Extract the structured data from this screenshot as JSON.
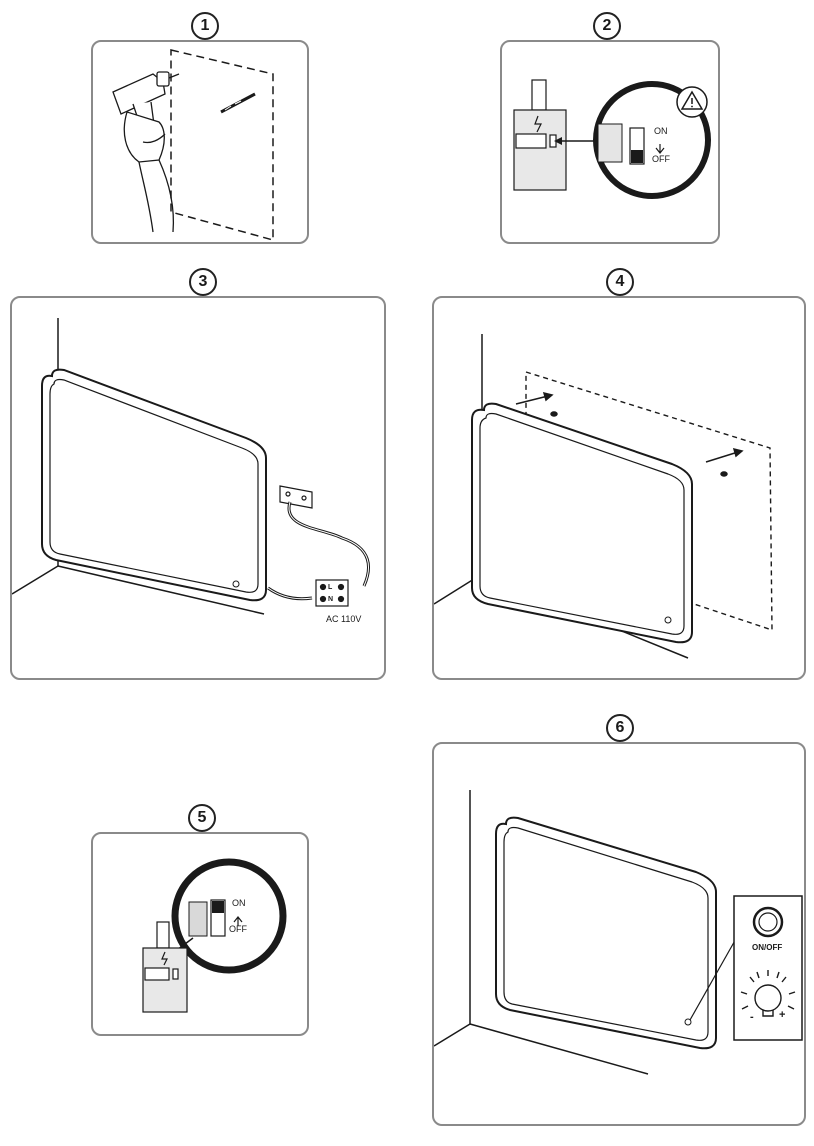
{
  "steps": {
    "s1": {
      "number": "1"
    },
    "s2": {
      "number": "2",
      "on_label": "ON",
      "off_label": "OFF"
    },
    "s3": {
      "number": "3",
      "terminal_l": "L",
      "terminal_n": "N",
      "voltage_label": "AC 110V"
    },
    "s4": {
      "number": "4"
    },
    "s5": {
      "number": "5",
      "on_label": "ON",
      "off_label": "OFF"
    },
    "s6": {
      "number": "6",
      "onoff_label": "ON/OFF",
      "minus_label": "-",
      "plus_label": "+"
    }
  },
  "icons": [
    "drill-icon",
    "wall-anchor-icon",
    "breaker-icon",
    "warning-triangle-icon",
    "mirror-icon",
    "junction-box-icon",
    "terminal-block-icon",
    "bulb-icon",
    "power-button-icon"
  ],
  "colors": {
    "line": "#1a1a1a",
    "panel_border": "#8a8a8a",
    "shade": "#d9d9d9"
  }
}
